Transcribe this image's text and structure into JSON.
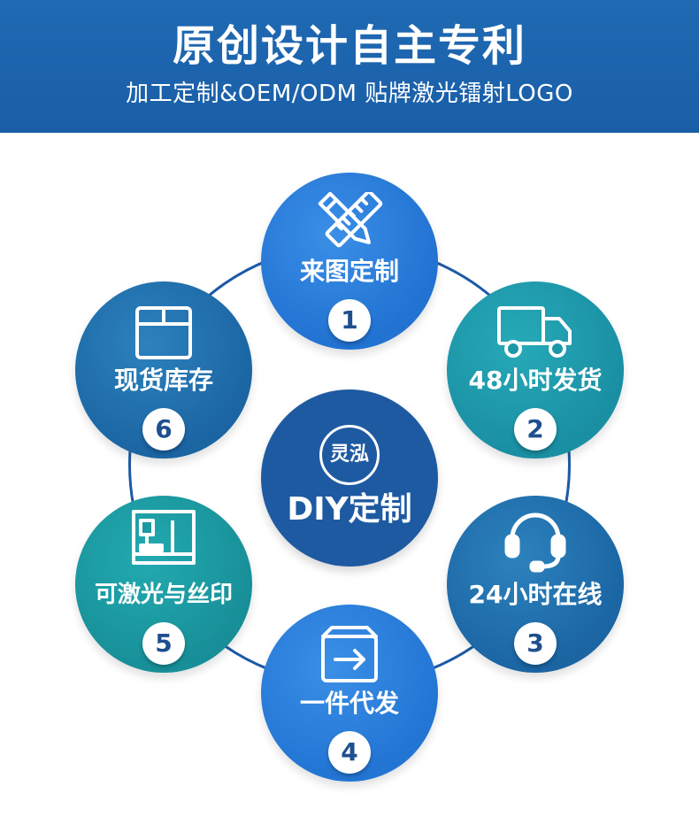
{
  "header": {
    "title": "原创设计自主专利",
    "subtitle": "加工定制&OEM/ODM  贴牌激光镭射LOGO"
  },
  "center": {
    "brand": "灵泓",
    "label": "DIY定制"
  },
  "nodes": [
    {
      "label": "来图定制",
      "number": "1",
      "icon": "ruler-pencil-icon",
      "color": "#2979d8"
    },
    {
      "label": "48小时发货",
      "number": "2",
      "icon": "truck-icon",
      "color": "#1b97a8"
    },
    {
      "label": "24小时在线",
      "number": "3",
      "icon": "headset-icon",
      "color": "#1f6ea8"
    },
    {
      "label": "一件代发",
      "number": "4",
      "icon": "box-arrow-icon",
      "color": "#2a7fd8"
    },
    {
      "label": "可激光与丝印",
      "number": "5",
      "icon": "laser-machine-icon",
      "color": "#1a9aa0"
    },
    {
      "label": "现货库存",
      "number": "6",
      "icon": "package-icon",
      "color": "#1f6fa7"
    }
  ]
}
